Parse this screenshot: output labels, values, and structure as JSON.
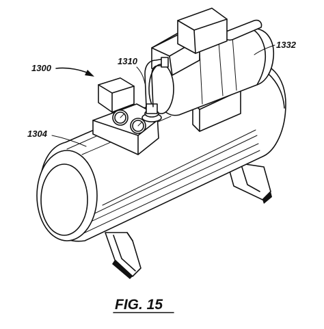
{
  "figure": {
    "caption": "FIG. 15",
    "colors": {
      "ink": "#111111",
      "paper": "#ffffff"
    }
  },
  "labels": {
    "assembly": "1300",
    "tube": "1310",
    "tank": "1304",
    "motor": "1332"
  }
}
